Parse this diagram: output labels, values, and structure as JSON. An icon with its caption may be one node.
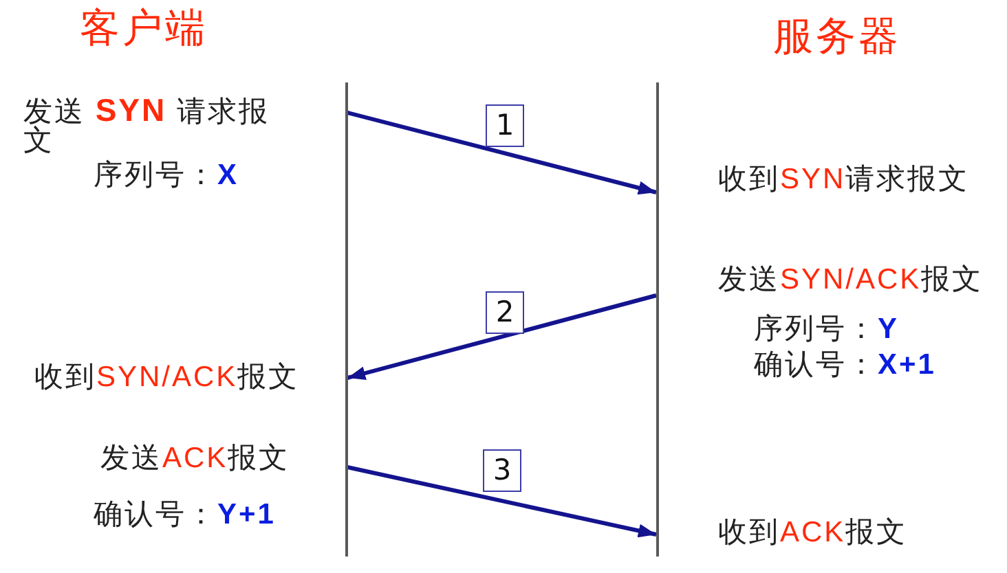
{
  "diagram": {
    "nodes": [
      {
        "text": [],
        "shape": "line"
      },
      {
        "text": [],
        "shape": "line"
      }
    ],
    "edges": [
      {
        "from": 0,
        "to": 1,
        "arrow": "to",
        "label": "1"
      },
      {
        "from": 1,
        "to": 0,
        "arrow": "to",
        "label": "2"
      },
      {
        "from": 0,
        "to": 1,
        "arrow": "to",
        "label": "3"
      }
    ],
    "labels": [
      "客户端",
      "服务器",
      "发送 **SYN** 请求报文",
      "序列号：**X**",
      "收到SYN请求报文",
      "发送SYN/ACK报文",
      "序列号：**Y**",
      "确认号：**X+1**",
      "收到SYN/ACK报文",
      "发送ACK报文",
      "确认号：**Y+1**",
      "收到ACK报文"
    ]
  }
}
